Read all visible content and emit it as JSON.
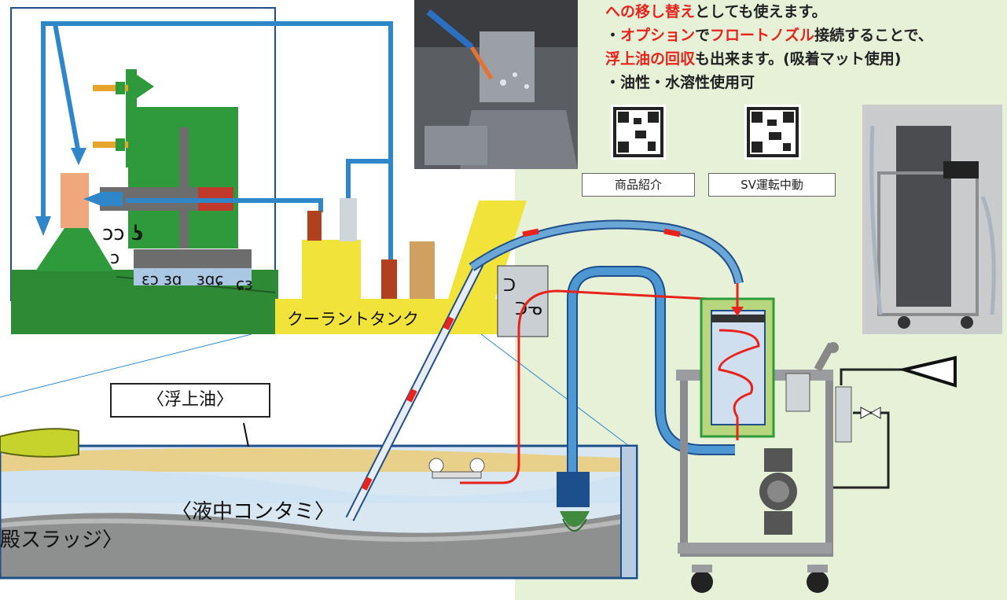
{
  "description": {
    "line1_highlight": "への移し替え",
    "line1_rest": "としても使えます。",
    "line2_prefix": "・",
    "line2_highlight1": "オプション",
    "line2_mid": "で",
    "line2_highlight2": "フロートノズル",
    "line2_rest": "接続することで、",
    "line3_highlight": "浮上油の回収",
    "line3_rest": "も出来ます。(吸着マット使用)",
    "line4": "・油性・水溶性使用可"
  },
  "qr_codes": [
    {
      "label": "商品紹介",
      "icon": "qr-code-icon"
    },
    {
      "label": "SV運転中動",
      "icon": "qr-code-icon"
    }
  ],
  "diagram": {
    "tank_label": "クーラントタンク",
    "floating_oil_label": "〈浮上油〉",
    "liquid_contaminant_label": "〈液中コンタミ〉",
    "sludge_label": "殿スラッジ〉"
  },
  "colors": {
    "accent_red": "#e8231c",
    "pipe_blue": "#2f86c9",
    "hose_blue": "#3b7fb8",
    "machine_green": "#2e9a3c",
    "tank_yellow": "#f1e33a",
    "panel_green": "#e6f1d8"
  }
}
